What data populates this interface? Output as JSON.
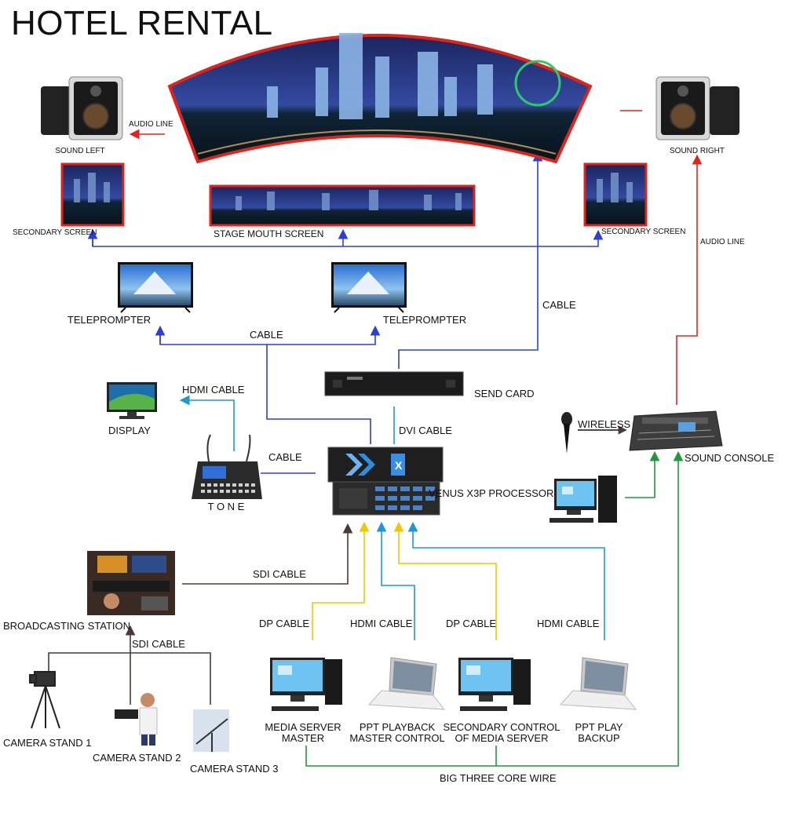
{
  "title": "HOTEL RENTAL",
  "colors": {
    "red": "#e2231a",
    "blue": "#2b3fd6",
    "cyan": "#1f96d8",
    "yellow": "#f3c600",
    "green": "#1e9a3c",
    "brown": "#4a3a33"
  },
  "devices": {
    "sound_left": "SOUND LEFT",
    "sound_right": "SOUND RIGHT",
    "secondary_screen_left": "SECONDARY SCREEN",
    "secondary_screen_right": "SECONDARY SCREEN",
    "stage_mouth_screen": "STAGE MOUTH SCREEN",
    "teleprompter_left": "TELEPROMPTER",
    "teleprompter_right": "TELEPROMPTER",
    "display": "DISPLAY",
    "tone": "T O N E",
    "send_card": "SEND CARD",
    "processor": "VENUS X3P PROCESSOR",
    "sound_console": "SOUND CONSOLE",
    "broadcasting_station": "BROADCASTING STATION",
    "camera_stand_1": "CAMERA STAND 1",
    "camera_stand_2": "CAMERA STAND 2",
    "camera_stand_3": "CAMERA STAND 3",
    "media_server_master": [
      "MEDIA SERVER",
      "MASTER"
    ],
    "ppt_playback": [
      "PPT PLAYBACK",
      "MASTER CONTROL"
    ],
    "secondary_control": [
      "SECONDARY CONTROL",
      "OF MEDIA SERVER"
    ],
    "ppt_play_backup": [
      "PPT PLAY",
      "BACKUP"
    ]
  },
  "cables": {
    "audio_line_left": "AUDIO LINE",
    "audio_line_right": "AUDIO LINE",
    "cable_top": "CABLE",
    "cable_teleprompter": "CABLE",
    "hdmi_display": "HDMI CABLE",
    "dvi": "DVI CABLE",
    "cable_tone": "CABLE",
    "wireless": "WIRELESS",
    "sdi_station": "SDI CABLE",
    "sdi_cameras": "SDI CABLE",
    "dp_1": "DP CABLE",
    "hdmi_1": "HDMI CABLE",
    "dp_2": "DP CABLE",
    "hdmi_2": "HDMI CABLE",
    "big_three_core": "BIG THREE CORE WIRE"
  }
}
